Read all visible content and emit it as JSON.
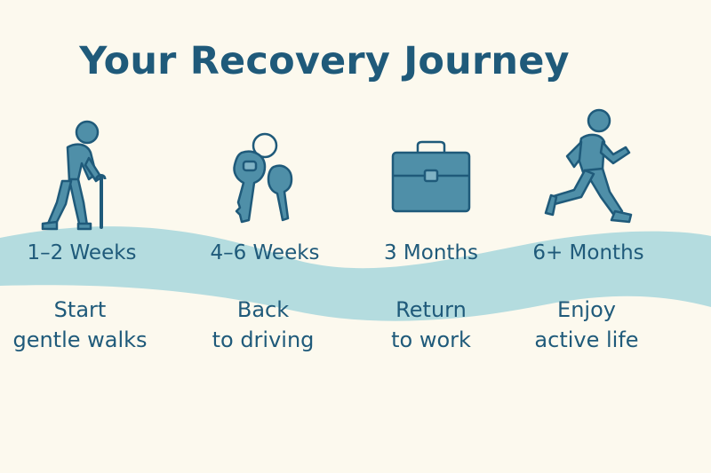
{
  "title": "Your Recovery Journey",
  "colors": {
    "background": "#fcf9ee",
    "text": "#1f5a7a",
    "icon_fill": "#4f8fa8",
    "icon_stroke": "#1f5a7a",
    "wave": "#b4dcdf"
  },
  "milestones": [
    {
      "icon": "elderly-walker-with-cane-icon",
      "timeframe": "1–2 Weeks",
      "line1": "Start",
      "line2": "gentle walks"
    },
    {
      "icon": "car-keys-icon",
      "timeframe": "4–6 Weeks",
      "line1": "Back",
      "line2": "to driving"
    },
    {
      "icon": "briefcase-icon",
      "timeframe": "3 Months",
      "line1": "Return",
      "line2": "to work"
    },
    {
      "icon": "runner-icon",
      "timeframe": "6+ Months",
      "line1": "Enjoy",
      "line2": "active life"
    }
  ]
}
